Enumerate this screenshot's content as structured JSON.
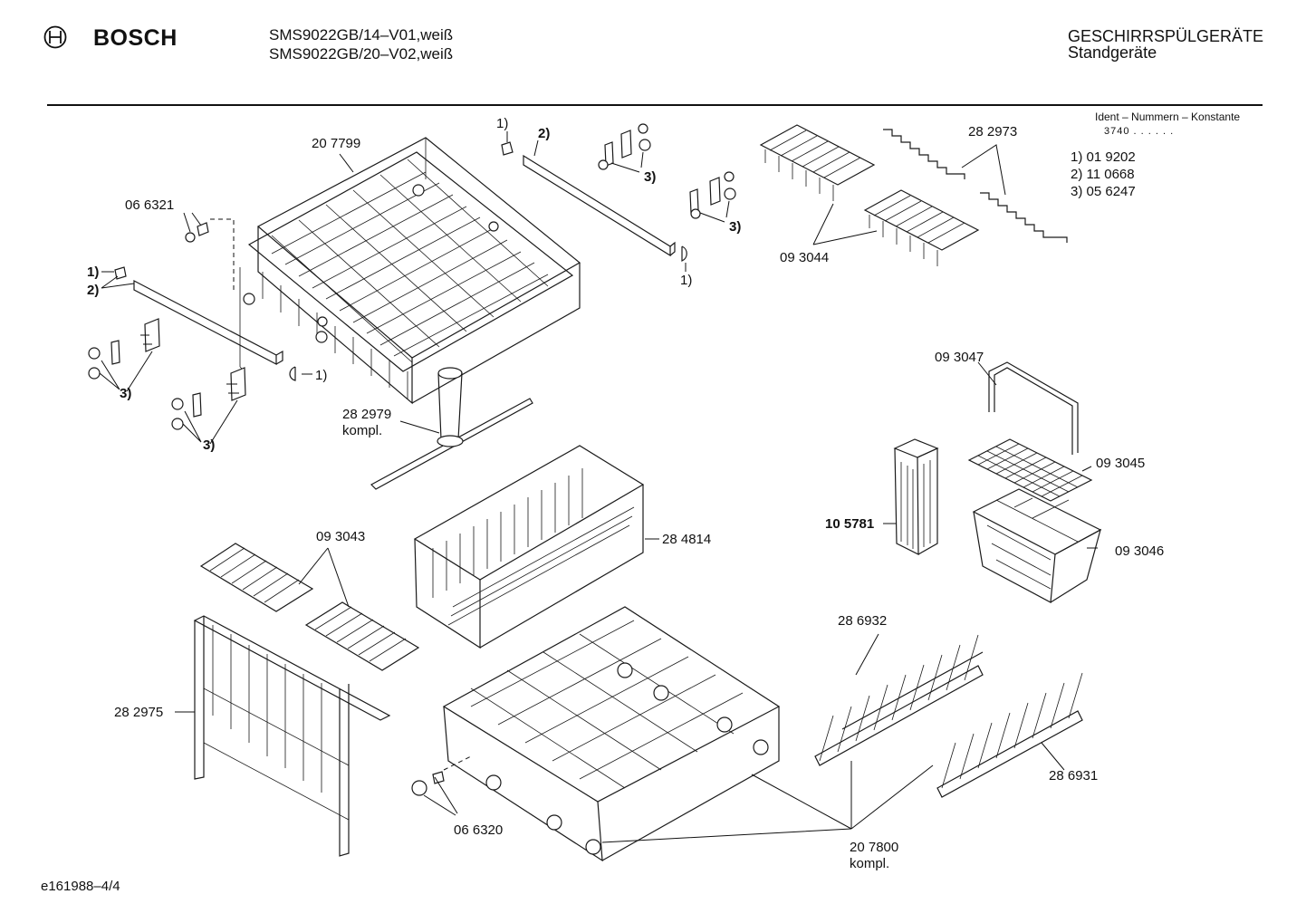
{
  "header": {
    "brand": "BOSCH",
    "model_1": "SMS9022GB/14–V01,weiß",
    "model_2": "SMS9022GB/20–V02,weiß",
    "category": "GESCHIRRSPÜLGERÄTE",
    "subcategory": "Standgeräte"
  },
  "ident": {
    "title": "Ident – Nummern – Konstante",
    "code": "3740 . . . . . .",
    "items": [
      "1)  01 9202",
      "2)  11 0668",
      "3)  05 6247"
    ]
  },
  "parts": {
    "p207799": "20 7799",
    "p066321": "06 6321",
    "p282973": "28 2973",
    "p093044": "09 3044",
    "p282979": "28 2979",
    "kompl": "kompl.",
    "p093047": "09 3047",
    "p093045": "09 3045",
    "p105781": "10 5781",
    "p093046": "09 3046",
    "p093043": "09 3043",
    "p284814": "28 4814",
    "p282975": "28 2975",
    "p286932": "28 6932",
    "p286931": "28 6931",
    "p066320": "06 6320",
    "p207800": "20 7800",
    "kompl2": "kompl."
  },
  "callouts": {
    "c1": "1)",
    "c2": "2)",
    "c3": "3)"
  },
  "footer": {
    "doc_id": "e161988–4/4"
  }
}
